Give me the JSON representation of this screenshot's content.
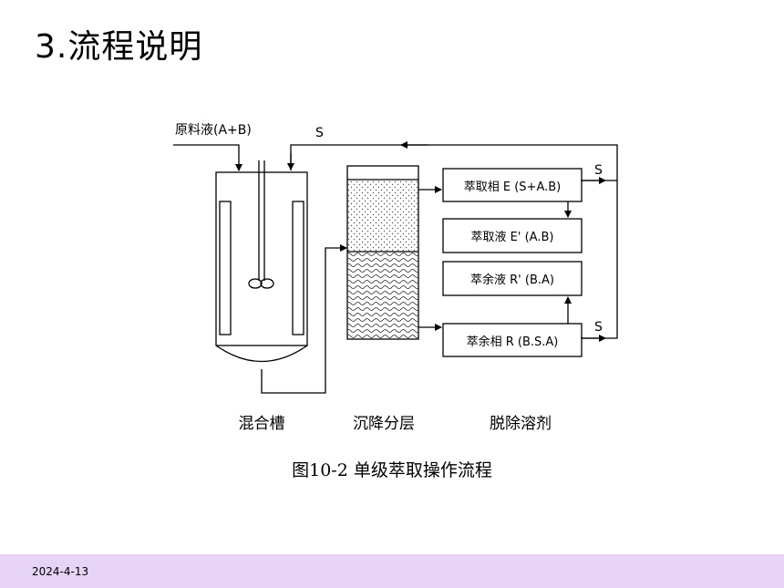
{
  "slide": {
    "title": "3.流程说明"
  },
  "diagram": {
    "feed_label": "原料液(A+B)",
    "solvent_recycle_label": "S",
    "solvent_out_top_label": "S",
    "solvent_out_bottom_label": "S",
    "box_extract_phase": "萃取相 E (S+A.B)",
    "box_extract_liquid": "萃取液 E' (A.B)",
    "box_raffinate_liquid": "萃余液 R' (B.A)",
    "box_raffinate_phase": "萃余相 R (B.S.A)",
    "section_mixer": "混合槽",
    "section_settler": "沉降分层",
    "section_solvent_removal": "脱除溶剂"
  },
  "caption": "图10-2 单级萃取操作流程",
  "footer": {
    "date": "2024-4-13"
  },
  "colors": {
    "footer_bg": "#e6d3f5",
    "line": "#000000"
  }
}
